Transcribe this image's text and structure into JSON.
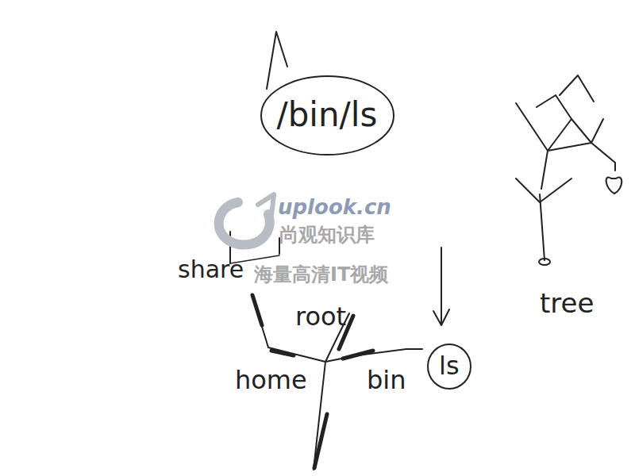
{
  "diagram": {
    "nodes": [
      {
        "text": [
          "/bin/ls"
        ]
      },
      {
        "text": [
          "ls"
        ]
      }
    ],
    "labels": [
      "share",
      "root",
      "home",
      "bin",
      "tree",
      "uplook.cn",
      "尚观知识库",
      "海量高清IT视频"
    ]
  }
}
